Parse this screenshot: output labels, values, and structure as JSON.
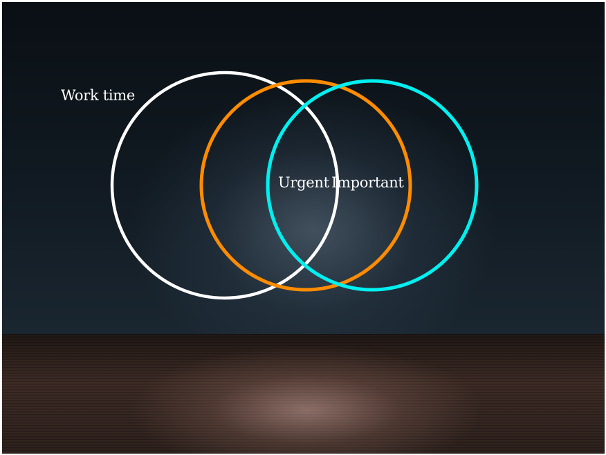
{
  "diagram": {
    "sets": [
      {
        "label": "Work time",
        "color": "#ffffff"
      },
      {
        "label": "Urgent",
        "color": "#ff8c00"
      },
      {
        "label": "Important",
        "color": "#00f0f0"
      }
    ]
  }
}
